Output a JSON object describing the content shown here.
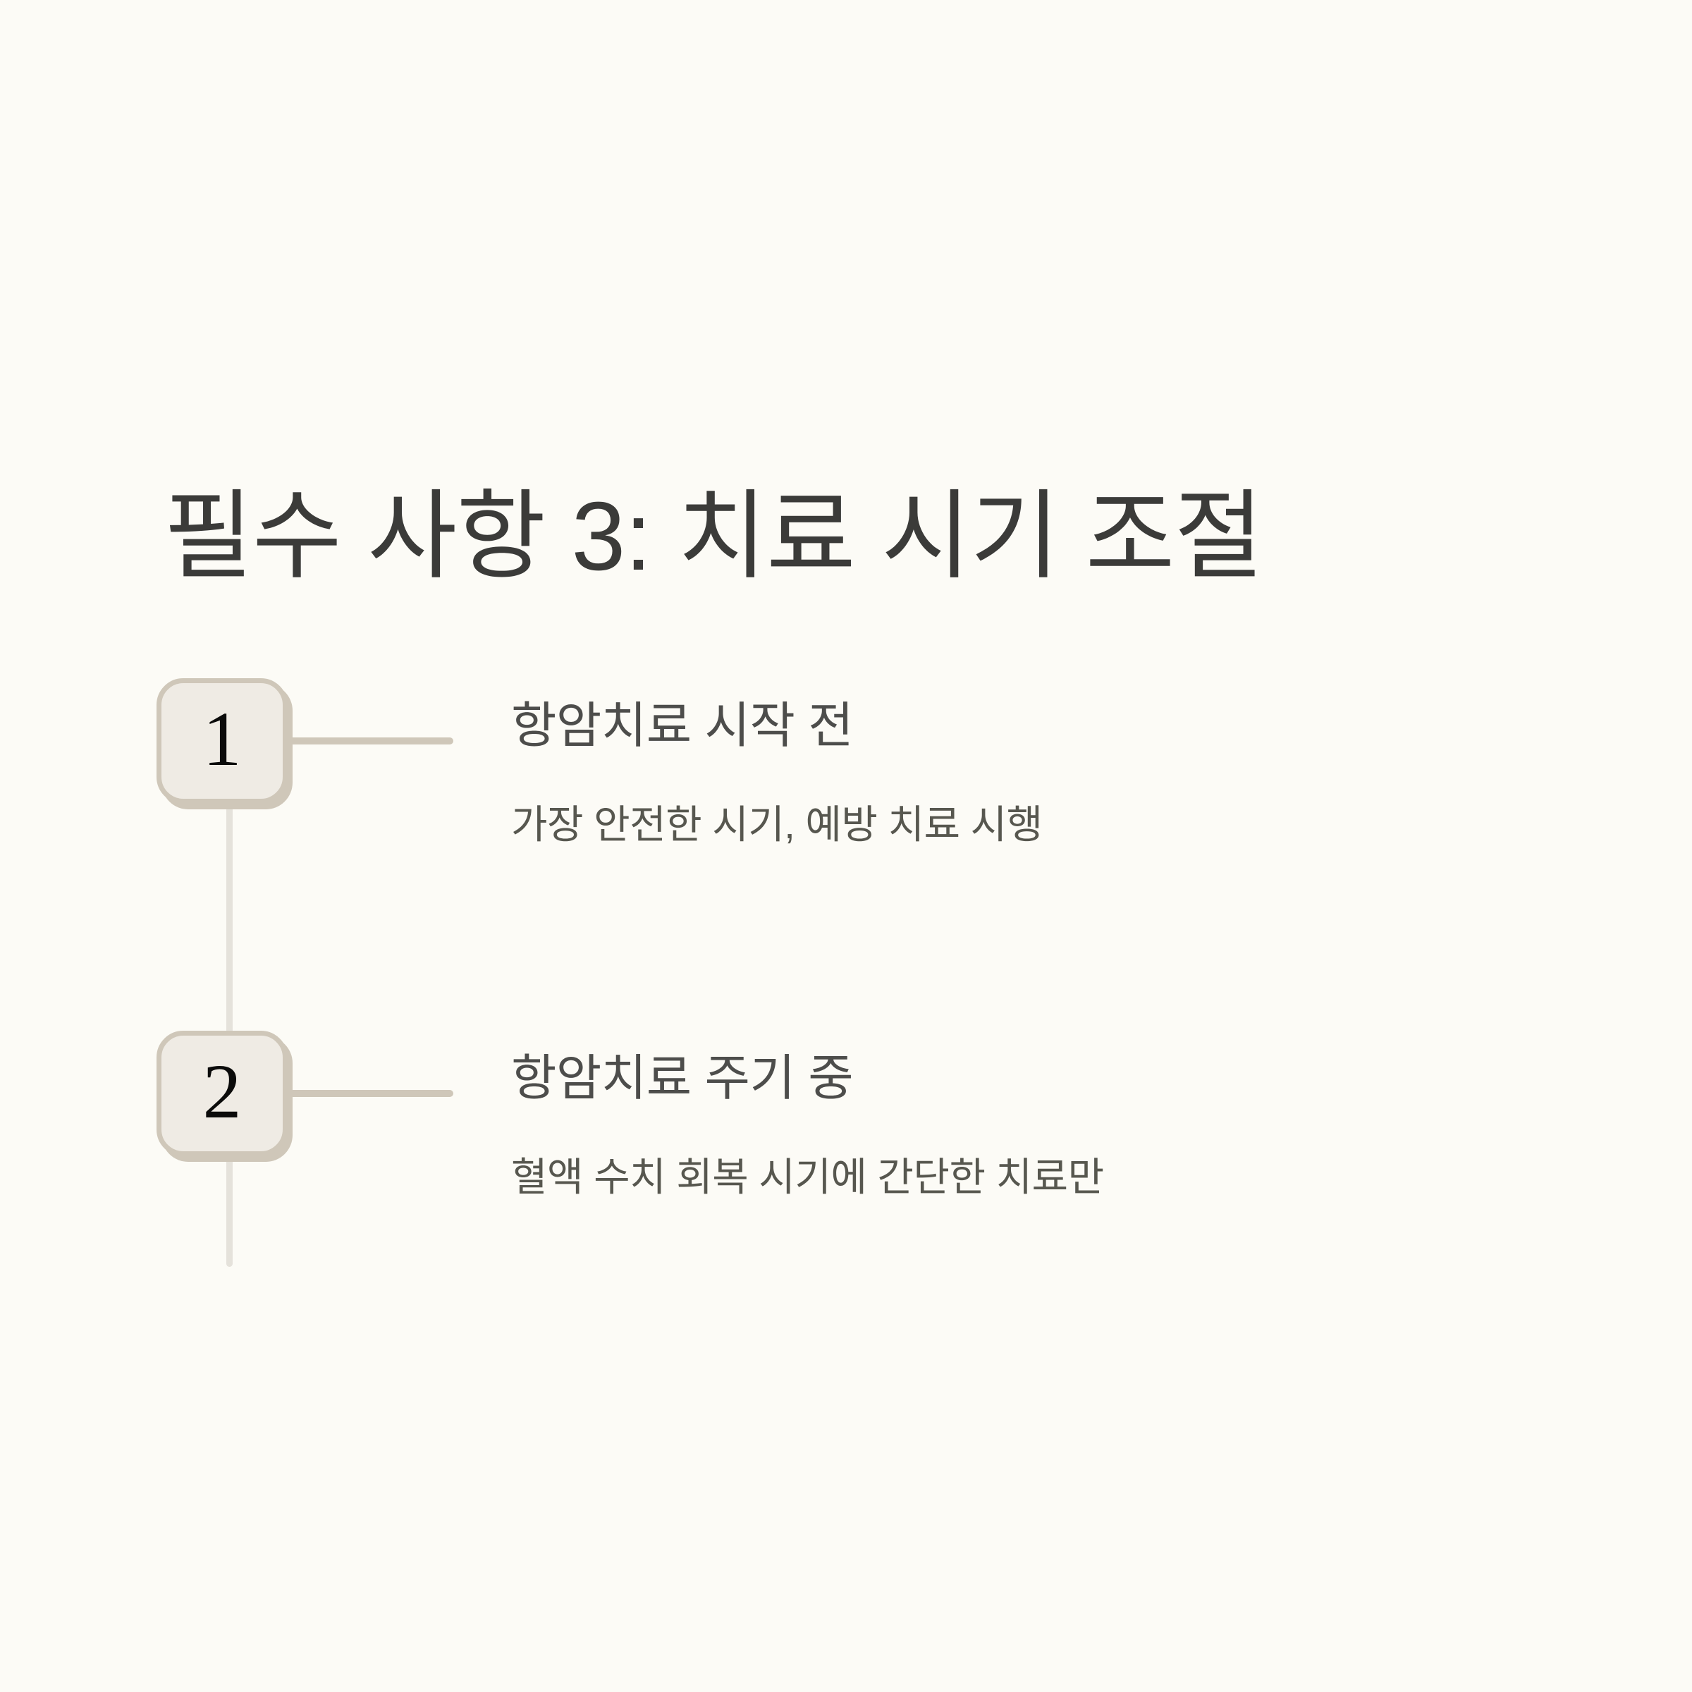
{
  "background_color": "#FCFBF6",
  "header": {
    "title": "필수 사항 3: 치료 시기 조절",
    "title_color": "#3B3B39"
  },
  "timeline": {
    "line_color": "#E5E2DB",
    "connector_color": "#CFC7B9",
    "badge_fill": "#EFEBE4",
    "badge_border": "#CFC7B9",
    "badge_number_color": "#0B0B0A",
    "steps": [
      {
        "number": "1",
        "title": "항암치료 시작 전",
        "description": "가장 안전한 시기, 예방 치료 시행"
      },
      {
        "number": "2",
        "title": "항암치료 주기 중",
        "description": "혈액 수치 회복 시기에 간단한 치료만"
      }
    ]
  }
}
